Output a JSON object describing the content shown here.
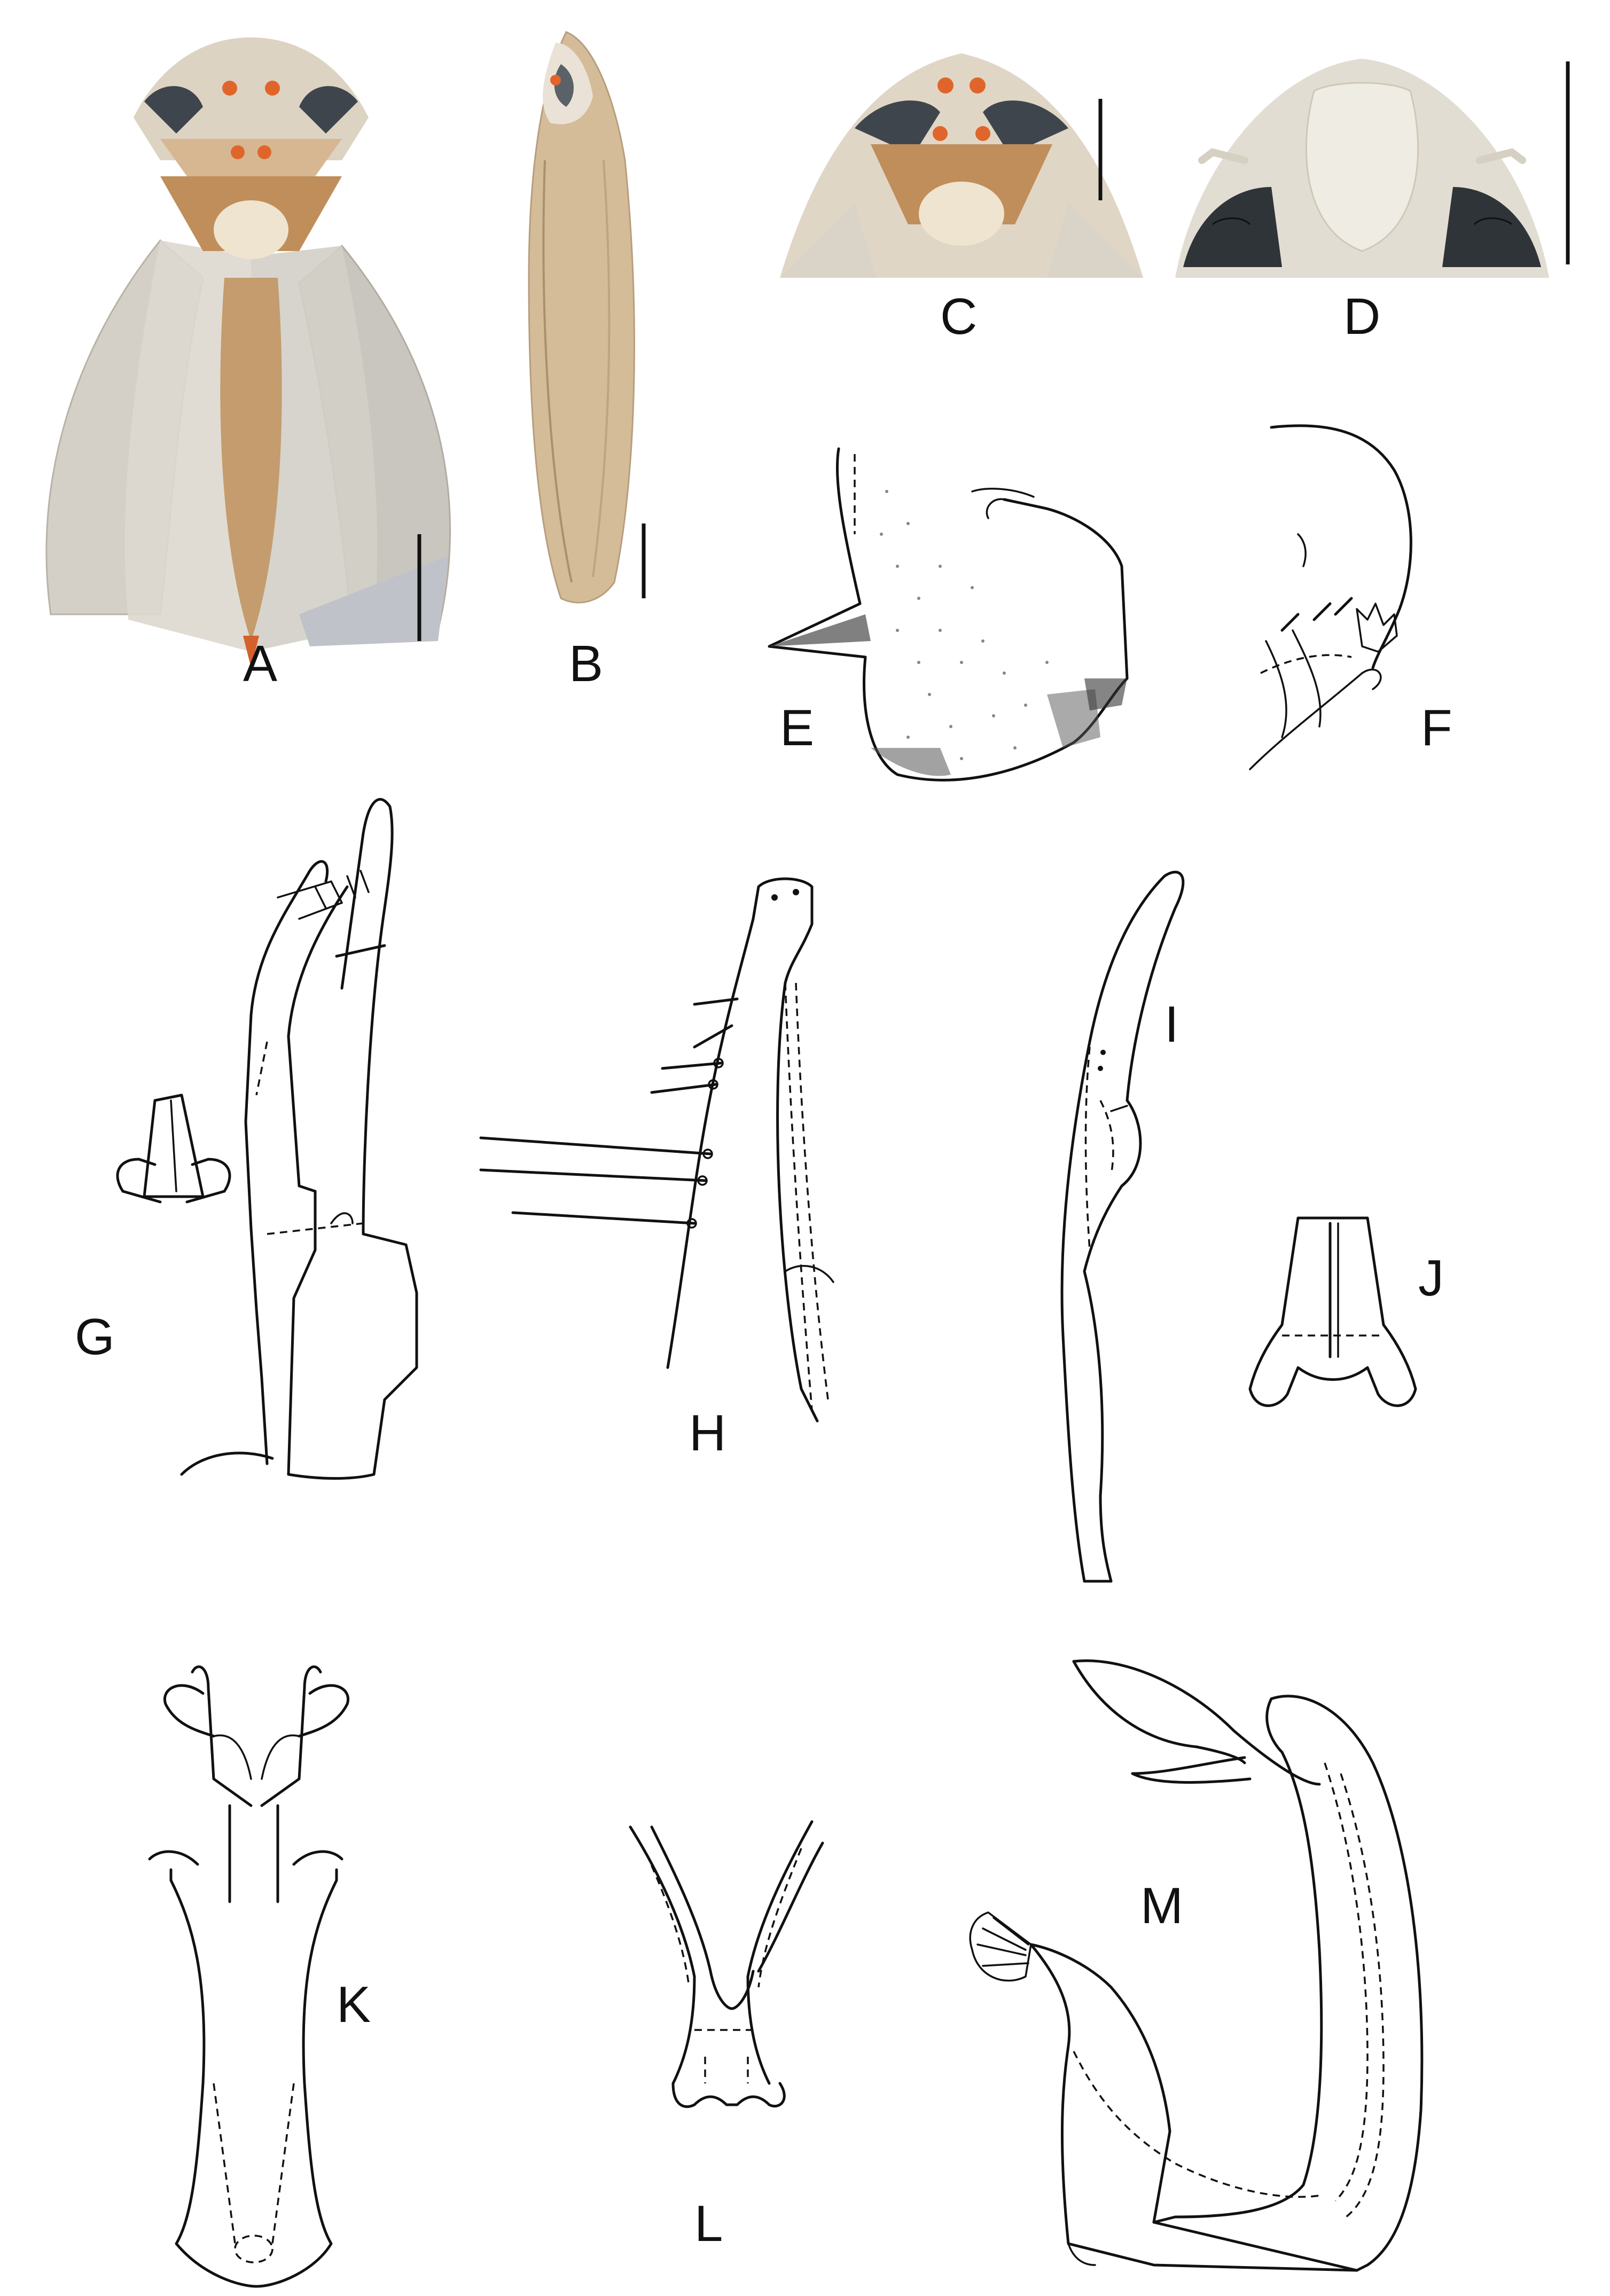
{
  "figure": {
    "panels": [
      {
        "id": "A",
        "label": "A",
        "kind": "photo-dorsal-habitus"
      },
      {
        "id": "B",
        "label": "B",
        "kind": "photo-lateral-habitus"
      },
      {
        "id": "C",
        "label": "C",
        "kind": "photo-head-thorax-dorsal"
      },
      {
        "id": "D",
        "label": "D",
        "kind": "photo-face-frontal"
      },
      {
        "id": "E",
        "label": "E",
        "kind": "drawing-pygofer-lateral"
      },
      {
        "id": "F",
        "label": "F",
        "kind": "drawing-pygofer-apex"
      },
      {
        "id": "G",
        "label": "G",
        "kind": "drawing-genital-capsule"
      },
      {
        "id": "H",
        "label": "H",
        "kind": "drawing-subgenital-plate-apex"
      },
      {
        "id": "I",
        "label": "I",
        "kind": "drawing-style"
      },
      {
        "id": "J",
        "label": "J",
        "kind": "drawing-connective"
      },
      {
        "id": "K",
        "label": "K",
        "kind": "drawing-aedeagus-ventral"
      },
      {
        "id": "L",
        "label": "L",
        "kind": "drawing-aedeagus-apex"
      },
      {
        "id": "M",
        "label": "M",
        "kind": "drawing-aedeagus-lateral"
      }
    ],
    "colors": {
      "body": "#c9a77a",
      "body_light": "#e6d9c2",
      "orange_spot": "#e0652a",
      "eye": "#3a3f45",
      "wing": "#d8d4cc",
      "ink": "#111111"
    }
  }
}
